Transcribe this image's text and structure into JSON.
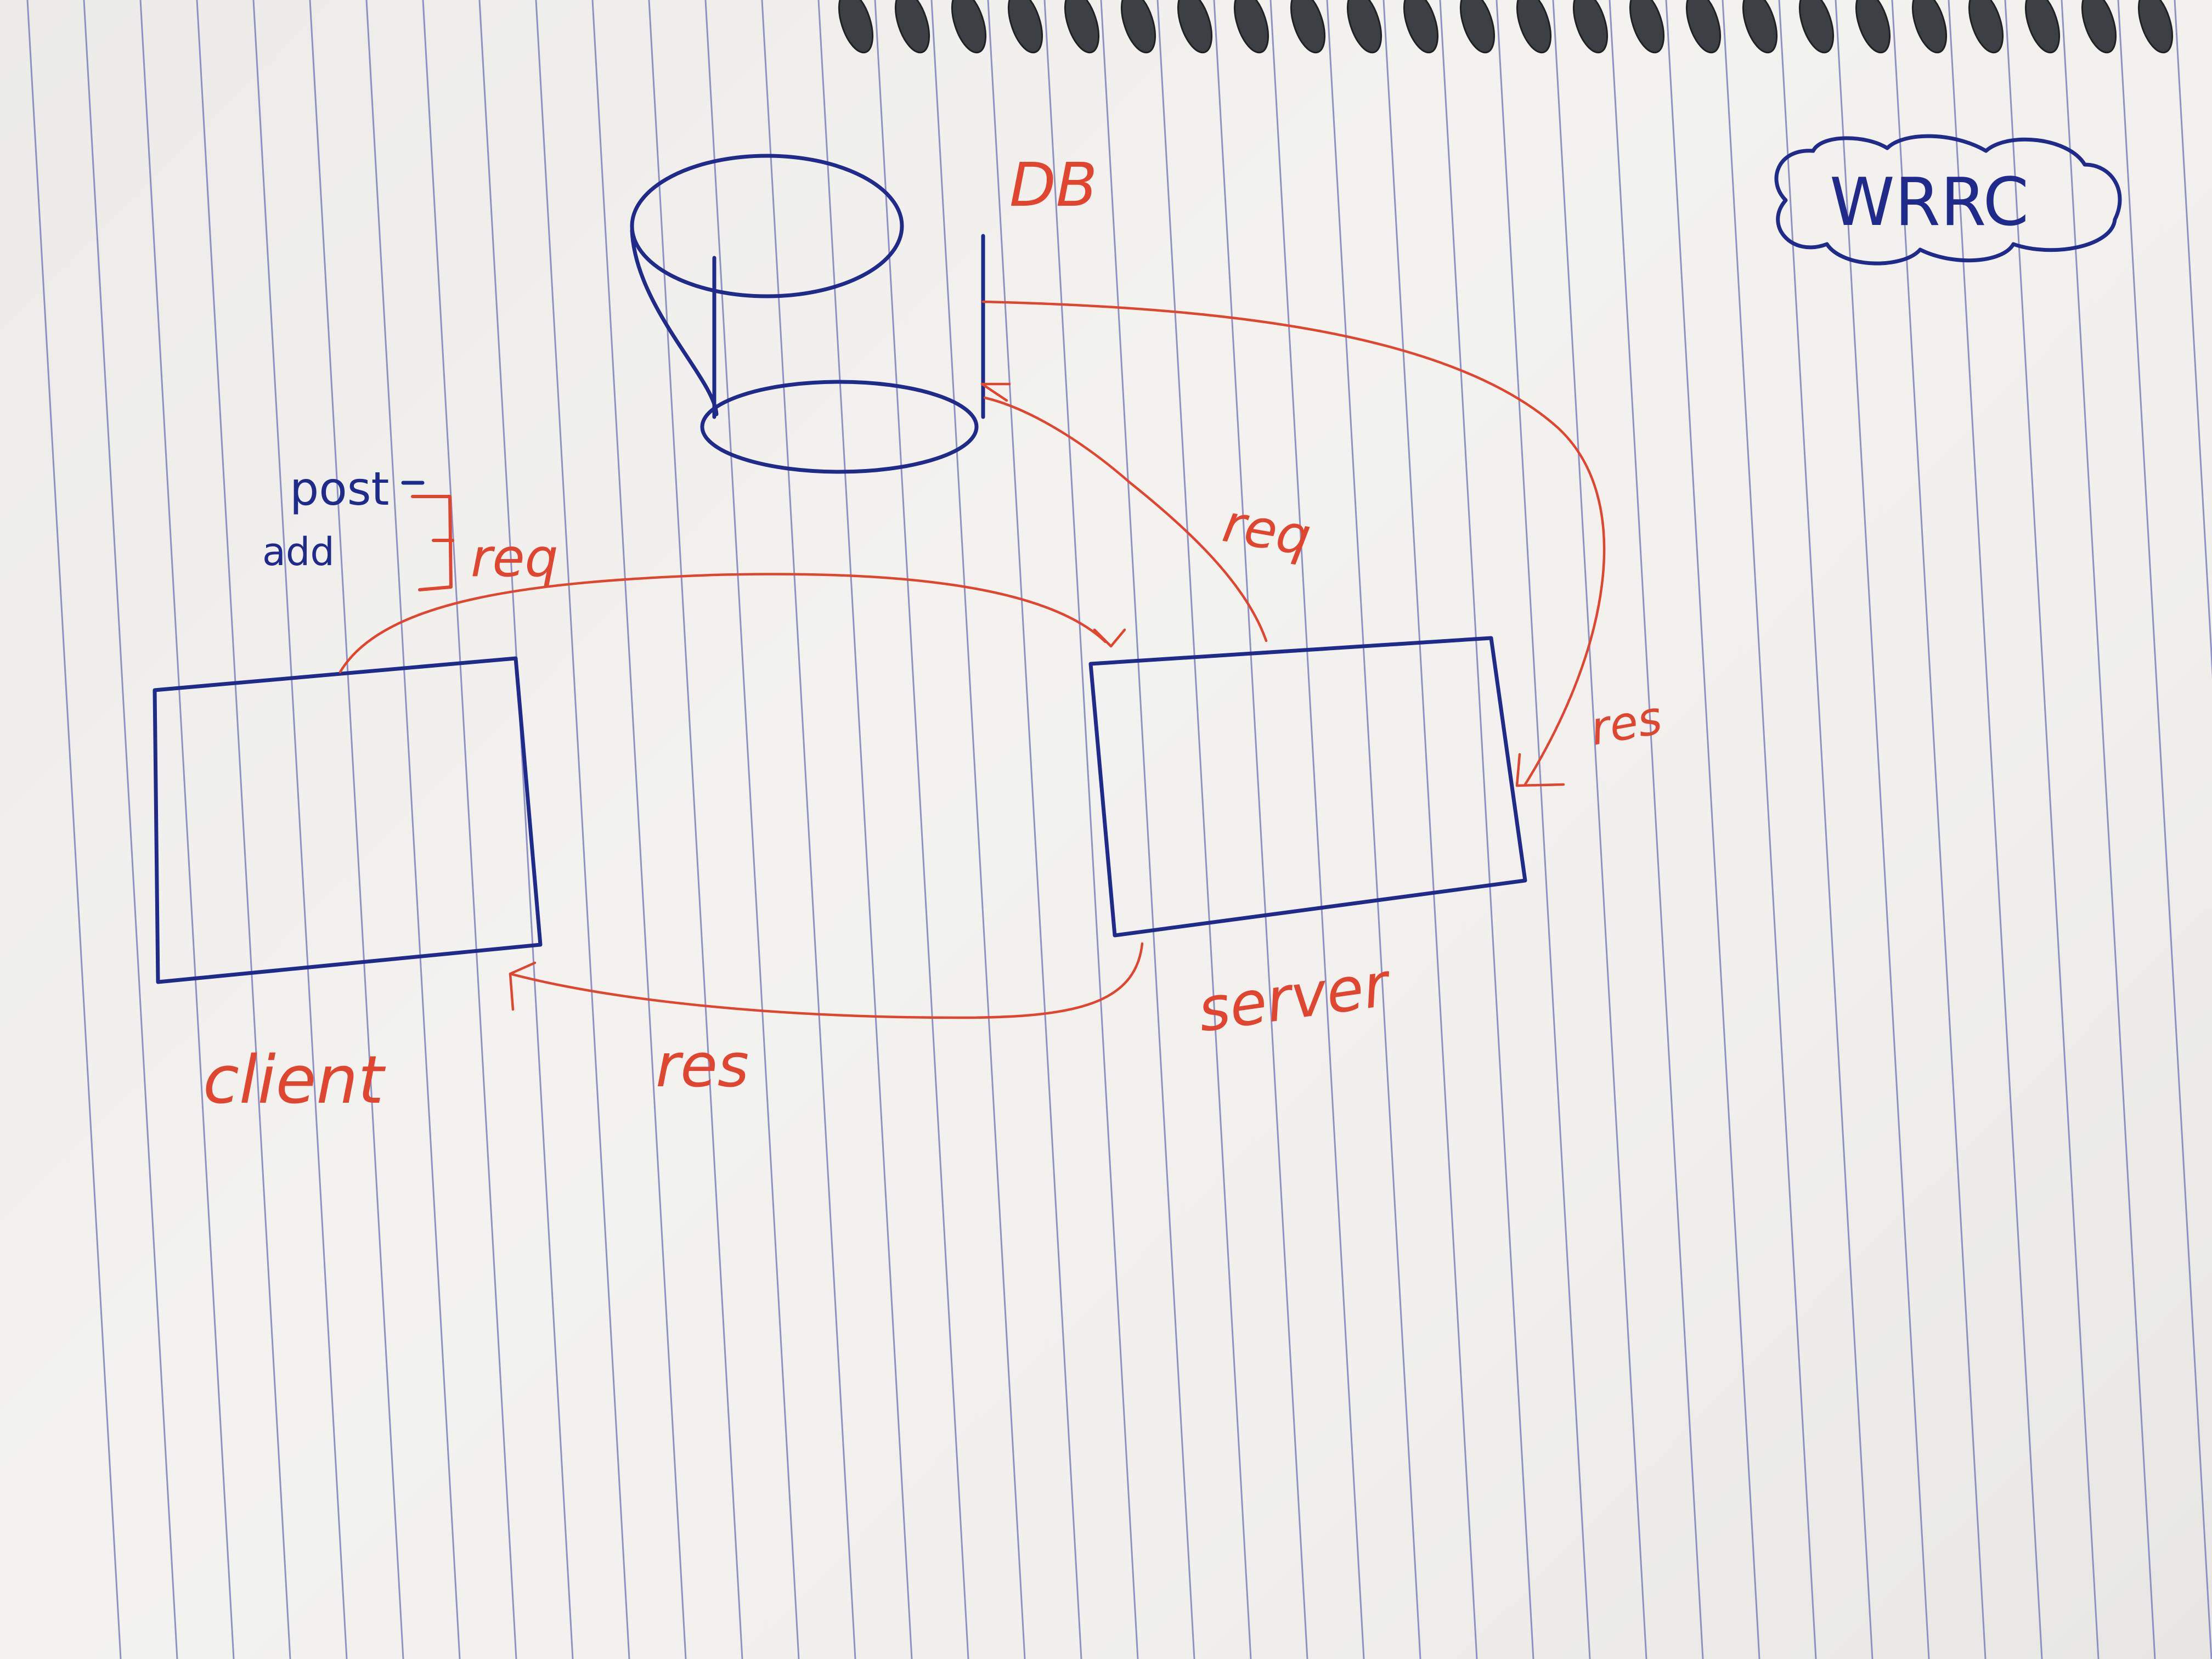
{
  "nodes": {
    "db": {
      "label": "DB"
    },
    "server": {
      "label": "server"
    },
    "client": {
      "label": "client"
    }
  },
  "edges": {
    "client_to_server": {
      "label": "req"
    },
    "server_to_db": {
      "label": "req"
    },
    "db_to_server": {
      "label": "res"
    },
    "server_to_client": {
      "label": "res"
    }
  },
  "annotations": {
    "method_top": "post",
    "method_bottom": "add",
    "title_cloud": "WRRC"
  },
  "colors": {
    "ink_blue": "#1f2a8a",
    "ink_red": "#e0452f",
    "ruled_lines": "#7d82bf",
    "paper": "#f1f0ec"
  }
}
